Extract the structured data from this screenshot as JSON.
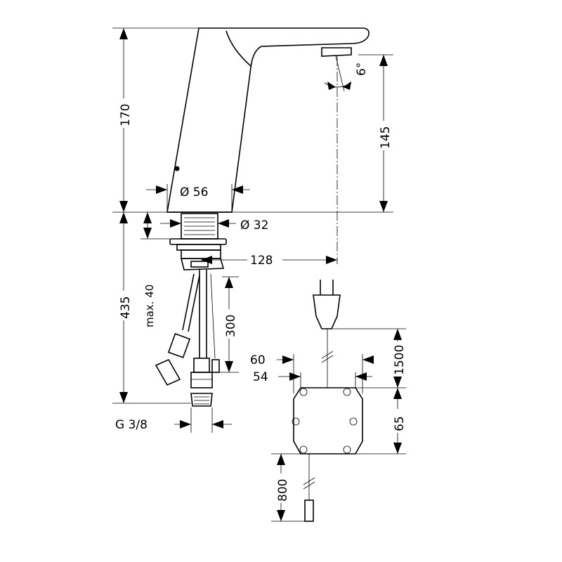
{
  "dimensions": {
    "height_upper": "170",
    "spout_height": "145",
    "spout_angle": "6°",
    "body_diameter": "Ø 56",
    "shank_diameter": "Ø 32",
    "projection": "128",
    "thread_length": "max. 40",
    "height_lower": "435",
    "hose_length": "300",
    "connection": "G 3/8",
    "plug_cable": "1500",
    "box_width_outer": "60",
    "box_width_inner": "54",
    "box_height": "65",
    "sensor_cable": "800"
  }
}
